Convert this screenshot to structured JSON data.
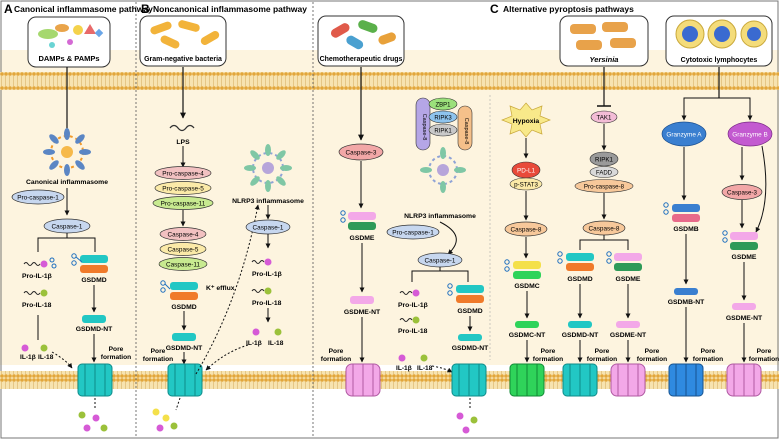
{
  "panels": {
    "A": {
      "letter": "A",
      "title": "Canonical inflammasome pathway"
    },
    "B": {
      "letter": "B",
      "title": "Noncanonical inflammasome pathway"
    },
    "C": {
      "letter": "C",
      "title": "Alternative pyroptosis pathways"
    }
  },
  "labels": {
    "damps": "DAMPs & PAMPs",
    "gram_neg": "Gram-negative bacteria",
    "chemo": "Chemotherapeutic drugs",
    "yersinia": "Yersinia",
    "ctl": "Cytotoxic lymphocytes",
    "canonical_inflammasome": "Canonical inflammasome",
    "lps": "LPS",
    "nlrp3_b": "NLRP3 inflammasome",
    "nlrp3_c": "NLRP3 inflammasome",
    "k_efflux": "K⁺ efflux",
    "hypoxia": "Hypoxia",
    "gsdmd": "GSDMD",
    "gsdmd_nt": "GSDMD-NT",
    "gsdme": "GSDME",
    "gsdme_nt": "GSDME-NT",
    "gsdmc": "GSDMC",
    "gsdmc_nt": "GSDMC-NT",
    "gsdmb": "GSDMB",
    "gsdmb_nt": "GSDMB-NT",
    "pro_il1b": "Pro-IL-1β",
    "pro_il18": "Pro-IL-18",
    "il1b": "IL-1β",
    "il18": "IL-18",
    "pore1": "Pore",
    "pore2": "formation"
  },
  "proteins": {
    "pro_casp1": "Pro-caspase-1",
    "casp1": "Caspase-1",
    "pro_casp4": "Pro-caspase-4",
    "pro_casp5": "Pro-caspase-5",
    "pro_casp11": "Pro-caspase-11",
    "casp4": "Caspase-4",
    "casp5": "Caspase-5",
    "casp11": "Caspase-11",
    "casp3": "Caspase-3",
    "casp8": "Caspase-8",
    "zbp1": "ZBP1",
    "ripk3": "RIPK3",
    "ripk1": "RIPK1",
    "pdl1": "PD-L1",
    "pstat3": "p-STAT3",
    "tak1": "TAK1",
    "fadd": "FADD",
    "pro_casp8": "Pro-caspase-8",
    "granzyme_a": "Granzyme A",
    "granzyme_b": "Granzyme B"
  },
  "colors": {
    "membrane": "#e9b64a",
    "cytoplasm": "#fbf1dc",
    "pore_cyan": "#22c7c4",
    "pore_pink": "#f3a8e8",
    "pore_green": "#2fd35a",
    "pore_blue": "#2f8ae0",
    "casp_pink": "#f2c1c1",
    "casp_blue": "#c7d7ef",
    "casp_green": "#c8ea90",
    "casp_orange": "#f7c89a"
  }
}
